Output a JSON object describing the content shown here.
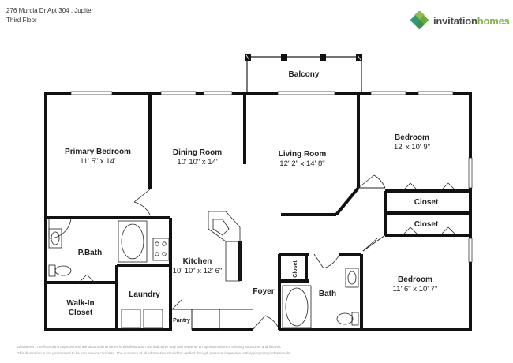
{
  "header": {
    "address": "276 Murcia Dr Apt 304 , Jupiter",
    "floor": "Third Floor"
  },
  "logo": {
    "brand_part1": "invitation",
    "brand_part2": "homes",
    "colors": {
      "green": "#7fb241",
      "teal": "#2e9a7a",
      "gray": "#4a4a4a"
    }
  },
  "rooms": {
    "balcony": {
      "name": "Balcony"
    },
    "primary_bedroom": {
      "name": "Primary Bedroom",
      "dims": "11' 5\" x 14'"
    },
    "dining_room": {
      "name": "Dining Room",
      "dims": "10' 10\" x 14'"
    },
    "living_room": {
      "name": "Living Room",
      "dims": "12' 2\" x 14' 8\""
    },
    "bedroom_1": {
      "name": "Bedroom",
      "dims": "12' x 10' 9\""
    },
    "closet_1": {
      "name": "Closet"
    },
    "closet_2": {
      "name": "Closet"
    },
    "pbath": {
      "name": "P.Bath"
    },
    "kitchen": {
      "name": "Kitchen",
      "dims": "10' 10\" x 12' 6\""
    },
    "walkin_closet": {
      "name_line1": "Walk-In",
      "name_line2": "Closet"
    },
    "laundry": {
      "name": "Laundry"
    },
    "pantry": {
      "name": "Pantry"
    },
    "foyer": {
      "name": "Foyer"
    },
    "closet_small": {
      "name": "Closet"
    },
    "bath": {
      "name": "Bath"
    },
    "bedroom_2": {
      "name": "Bedroom",
      "dims": "11' 6\" x 10' 7\""
    }
  },
  "disclaimer": {
    "line1": "Disclaimer: The floorplans depicted and the distant dimensions in this illustration are indicative only and serve as an approximation of existing structures and fixtures.",
    "line2": "This illustration is not guaranteed to be accurate or complete. The accuracy of all information should be verified through personal inspection with appropriate professionals."
  }
}
